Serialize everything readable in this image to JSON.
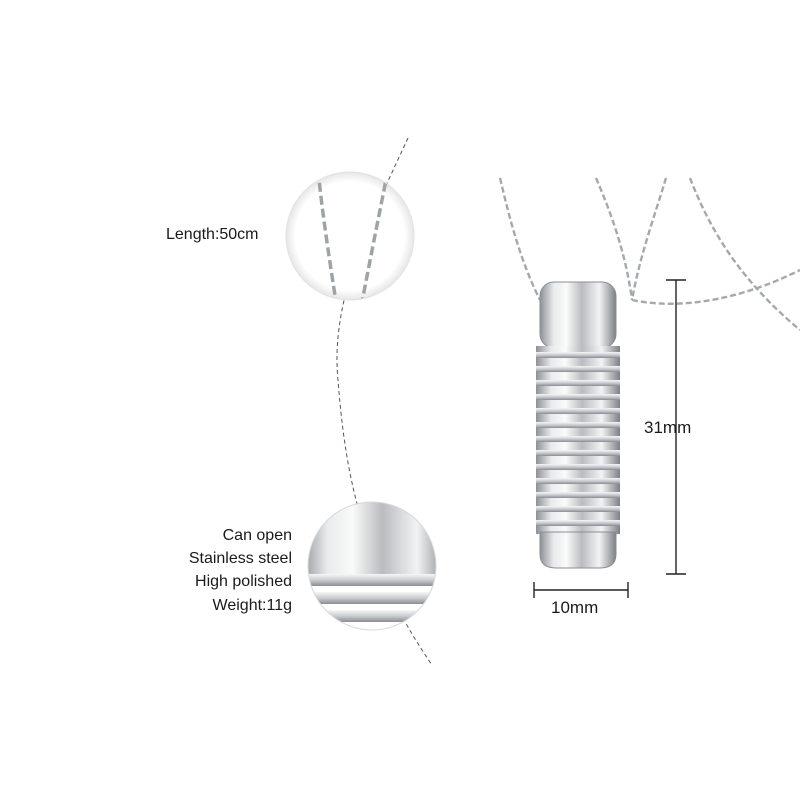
{
  "labels": {
    "length": "Length:50cm",
    "features": [
      "Can open",
      "Stainless steel",
      "High polished",
      "Weight:11g"
    ]
  },
  "dimensions": {
    "height": "31mm",
    "width": "10mm"
  },
  "colors": {
    "background": "#ffffff",
    "metal_dark": "#8d9196",
    "metal_light": "#f4f5f6",
    "text": "#1a1a1a"
  }
}
